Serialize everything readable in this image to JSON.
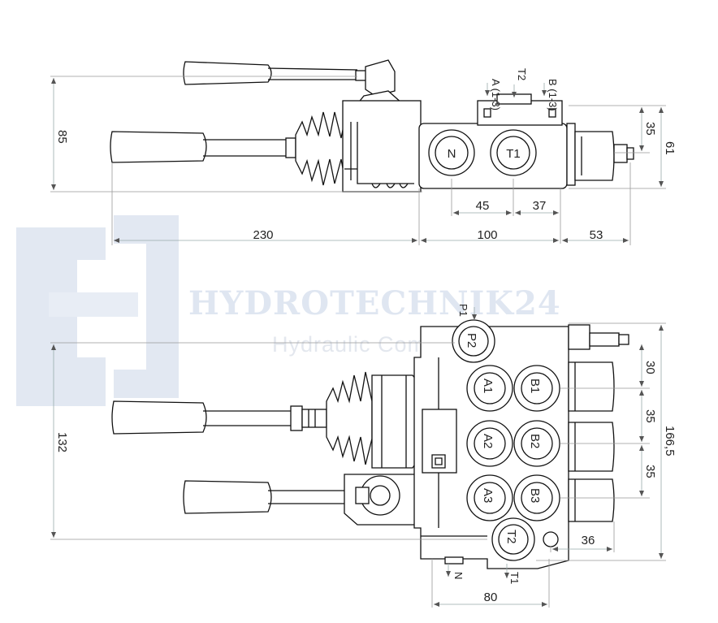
{
  "watermark": {
    "brand": "HYDROTECHNIK24",
    "tagline": "Hydraulic Components",
    "logo_color": "#dfe6f1"
  },
  "top_view": {
    "ports": {
      "n": "N",
      "t1": "T1",
      "a": "A (1-3)",
      "t2": "T2",
      "b": "B (1-3)"
    },
    "dimensions": {
      "height_total": "85",
      "right_height": "61",
      "right_upper": "35",
      "port_spacing_1": "45",
      "port_spacing_2": "37",
      "lever_length": "230",
      "body_length": "100",
      "end_cap": "53"
    }
  },
  "front_view": {
    "ports": {
      "p1": "P1",
      "p2": "P2",
      "a1": "A1",
      "b1": "B1",
      "a2": "A2",
      "b2": "B2",
      "a3": "A3",
      "b3": "B3",
      "t2": "T2",
      "n": "N",
      "t1": "T1"
    },
    "dimensions": {
      "height_left": "132",
      "section_1": "30",
      "section_2": "35",
      "section_3": "35",
      "height_total": "166,5",
      "bottom_right": "36",
      "width_body": "80"
    }
  }
}
